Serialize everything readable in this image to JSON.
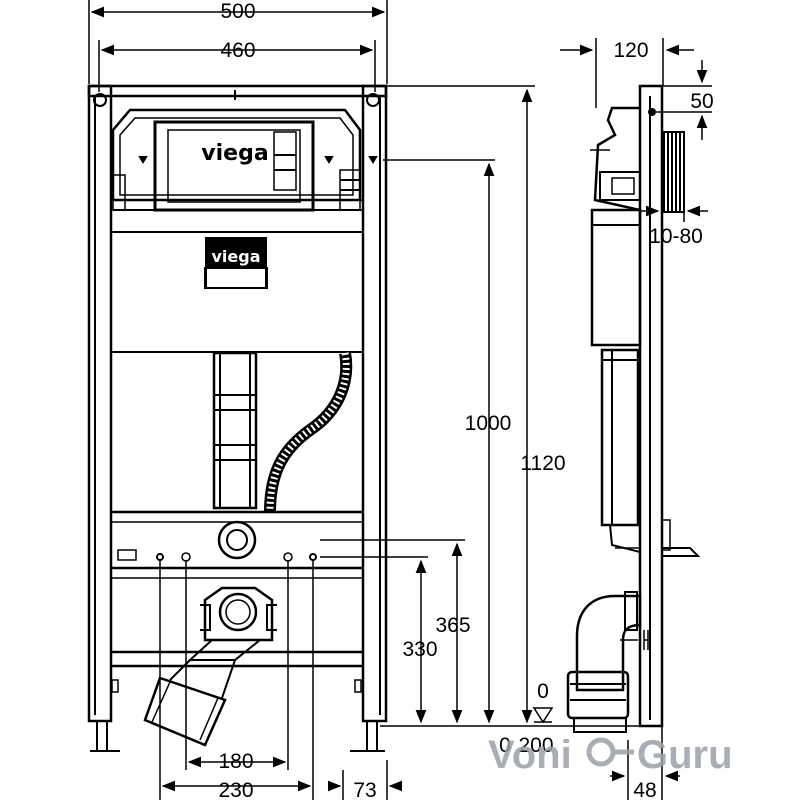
{
  "front_view": {
    "dimensions": {
      "total_width": "500",
      "inner_width": "460",
      "overall_height": "1120",
      "flush_plate_height": "1000",
      "anchor_height_upper": "365",
      "anchor_height_lower": "330",
      "anchor_spacing_inner": "180",
      "anchor_spacing_outer": "230",
      "outlet_offset": "73"
    },
    "brand_labels": {
      "cistern_logo": "viega",
      "panel_logo": "viega"
    },
    "floor_marker": {
      "zero_label": "0",
      "outlet_label": "0"
    }
  },
  "side_view": {
    "dimensions": {
      "depth_top": "120",
      "top_offset": "50",
      "wall_range": "10-80",
      "bottom_depth": "48",
      "floor_offset": "200"
    }
  },
  "watermark": {
    "text_part1": "Voni",
    "text_part2": "Guru"
  },
  "colors": {
    "line": "#000000",
    "background": "#ffffff",
    "watermark": "#9aa0a6"
  }
}
